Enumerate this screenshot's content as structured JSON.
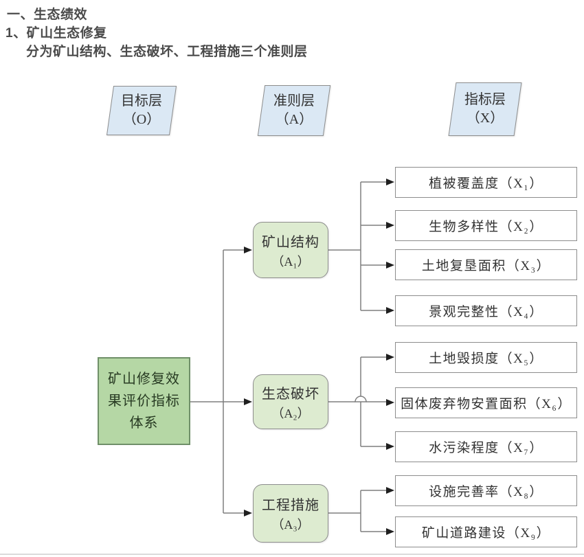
{
  "colors": {
    "goal_green": "#b5d7a5",
    "goal_border": "#6f8f68",
    "criteria_green": "#ddebd0",
    "layer_blue": "#dbe8f4",
    "border_gray": "#8c8c8c",
    "line_gray": "#7f7f7f",
    "arrow_black": "#1f1f1f",
    "header_text": "#4a4a4a",
    "box_text": "#323232"
  },
  "header": {
    "line1": "一、生态绩效",
    "line2": "1、矿山生态修复",
    "line3": "分为矿山结构、生态破坏、工程措施三个准则层"
  },
  "layer_headers": [
    {
      "name": "目标层",
      "code": "（O）"
    },
    {
      "name": "准则层",
      "code": "（A）"
    },
    {
      "name": "指标层",
      "code": "（X）"
    }
  ],
  "goal_box": {
    "line1": "矿山修复效",
    "line2": "果评价指标",
    "line3": "体系"
  },
  "criteria": [
    {
      "name": "矿山结构",
      "code": "（A₁）"
    },
    {
      "name": "生态破坏",
      "code": "（A₂）"
    },
    {
      "name": "工程措施",
      "code": "（A₃）"
    }
  ],
  "indicators": [
    {
      "label": "植被覆盖度（X₁）"
    },
    {
      "label": "生物多样性（X₂）"
    },
    {
      "label": "土地复垦面积（X₃）"
    },
    {
      "label": "景观完整性（X₄）"
    },
    {
      "label": "土地毁损度（X₅）"
    },
    {
      "label": "固体废弃物安置面积（X₆）"
    },
    {
      "label": "水污染程度（X₇）"
    },
    {
      "label": "设施完善率（X₈）"
    },
    {
      "label": "矿山道路建设（X₉）"
    }
  ]
}
